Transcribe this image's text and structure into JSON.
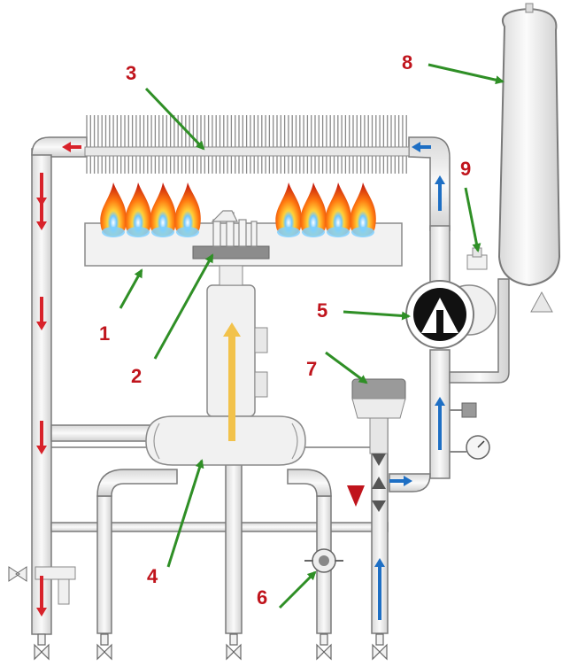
{
  "colors": {
    "label": "#c0141c",
    "pointer": "#2f8f26",
    "hot_flow": "#d8222a",
    "cold_flow": "#1e6fc4",
    "gas_flow": "#f2c24b",
    "pipe_fill": "#f4f4f4",
    "pipe_stroke": "#7a7a7a"
  },
  "icons": [
    "flame-icon",
    "pump-icon",
    "gauge-icon",
    "valve-icon",
    "arrow-icon"
  ],
  "callouts": [
    {
      "id": "1",
      "text": "1"
    },
    {
      "id": "2",
      "text": "2"
    },
    {
      "id": "3",
      "text": "3"
    },
    {
      "id": "4",
      "text": "4"
    },
    {
      "id": "5",
      "text": "5"
    },
    {
      "id": "6",
      "text": "6"
    },
    {
      "id": "7",
      "text": "7"
    },
    {
      "id": "8",
      "text": "8"
    },
    {
      "id": "9",
      "text": "9"
    }
  ]
}
